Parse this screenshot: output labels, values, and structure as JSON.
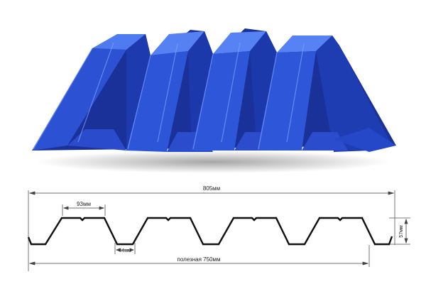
{
  "colors": {
    "sheet_main": "#2447c9",
    "sheet_dark": "#14268a",
    "sheet_light": "#4b74ea",
    "profile_line": "#111111",
    "dimension_line": "#555555"
  },
  "profile_dimensions": {
    "total_width": "805мм",
    "crest_width": "93мм",
    "valley_width": "44мм",
    "height": "57мм",
    "useful_width": "полезная 750мм"
  }
}
